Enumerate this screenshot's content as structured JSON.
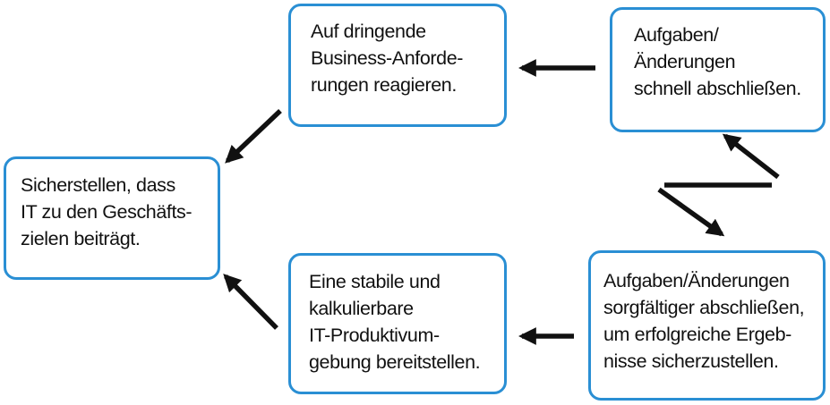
{
  "boxes": {
    "top_center": [
      "Auf dringende",
      "Business-Anforde-",
      "rungen reagieren."
    ],
    "top_right": [
      "Aufgaben/",
      "Änderungen",
      "schnell abschließen."
    ],
    "left": [
      "Sicherstellen, dass",
      "IT zu den Geschäfts-",
      "zielen beiträgt."
    ],
    "bottom_center": [
      "Eine stabile und",
      "kalkulierbare",
      "IT-Produktivum-",
      "gebung bereitstellen."
    ],
    "bottom_right": [
      "Aufgaben/Änderungen",
      "sorgfältiger abschließen,",
      "um erfolgreiche Ergeb-",
      "nisse sicherzustellen."
    ]
  },
  "colors": {
    "box_border": "#2a8fd4",
    "arrow": "#111111",
    "text": "#111111"
  }
}
